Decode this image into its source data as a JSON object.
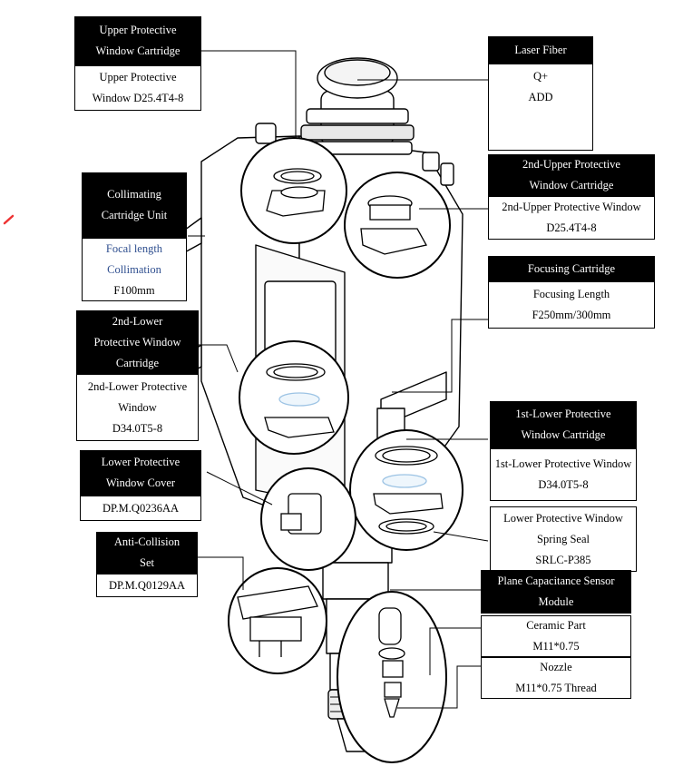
{
  "callouts": {
    "upper_cartridge": {
      "header": [
        "Upper Protective",
        "Window Cartridge"
      ],
      "body": [
        "Upper Protective",
        "Window D25.4T4-8"
      ]
    },
    "laser_fiber": {
      "header": [
        "Laser Fiber"
      ],
      "body": [
        "Q+",
        "ADD"
      ]
    },
    "upper2_cartridge": {
      "header": [
        "2nd-Upper Protective",
        "Window Cartridge"
      ],
      "body": [
        "2nd-Upper Protective Window",
        "D25.4T4-8"
      ]
    },
    "collimating": {
      "header": [
        "Collimating",
        "Cartridge Unit"
      ],
      "body": [
        "Focal length",
        "Collimation",
        "F100mm"
      ]
    },
    "focusing": {
      "header": [
        "Focusing Cartridge"
      ],
      "body": [
        "Focusing Length",
        "F250mm/300mm"
      ]
    },
    "lower2_cartridge": {
      "header": [
        "2nd-Lower",
        "Protective Window",
        "Cartridge"
      ],
      "body": [
        "2nd-Lower Protective",
        "Window",
        "D34.0T5-8"
      ]
    },
    "lower1_cartridge": {
      "header": [
        "1st-Lower Protective",
        "Window Cartridge"
      ],
      "body": [
        "1st-Lower Protective Window",
        "D34.0T5-8"
      ]
    },
    "lower_cover": {
      "header": [
        "Lower Protective",
        "Window Cover"
      ],
      "body": [
        "DP.M.Q0236AA"
      ]
    },
    "spring_seal": {
      "body": [
        "Lower Protective Window",
        "Spring Seal",
        "SRLC-P385"
      ]
    },
    "anti_collision": {
      "header": [
        "Anti-Collision",
        "Set"
      ],
      "body": [
        "DP.M.Q0129AA"
      ]
    },
    "capacitance": {
      "header": [
        "Plane Capacitance Sensor",
        "Module"
      ]
    },
    "ceramic": {
      "body": [
        "Ceramic Part",
        "M11*0.75"
      ]
    },
    "nozzle": {
      "body": [
        "Nozzle",
        "M11*0.75 Thread"
      ]
    }
  }
}
